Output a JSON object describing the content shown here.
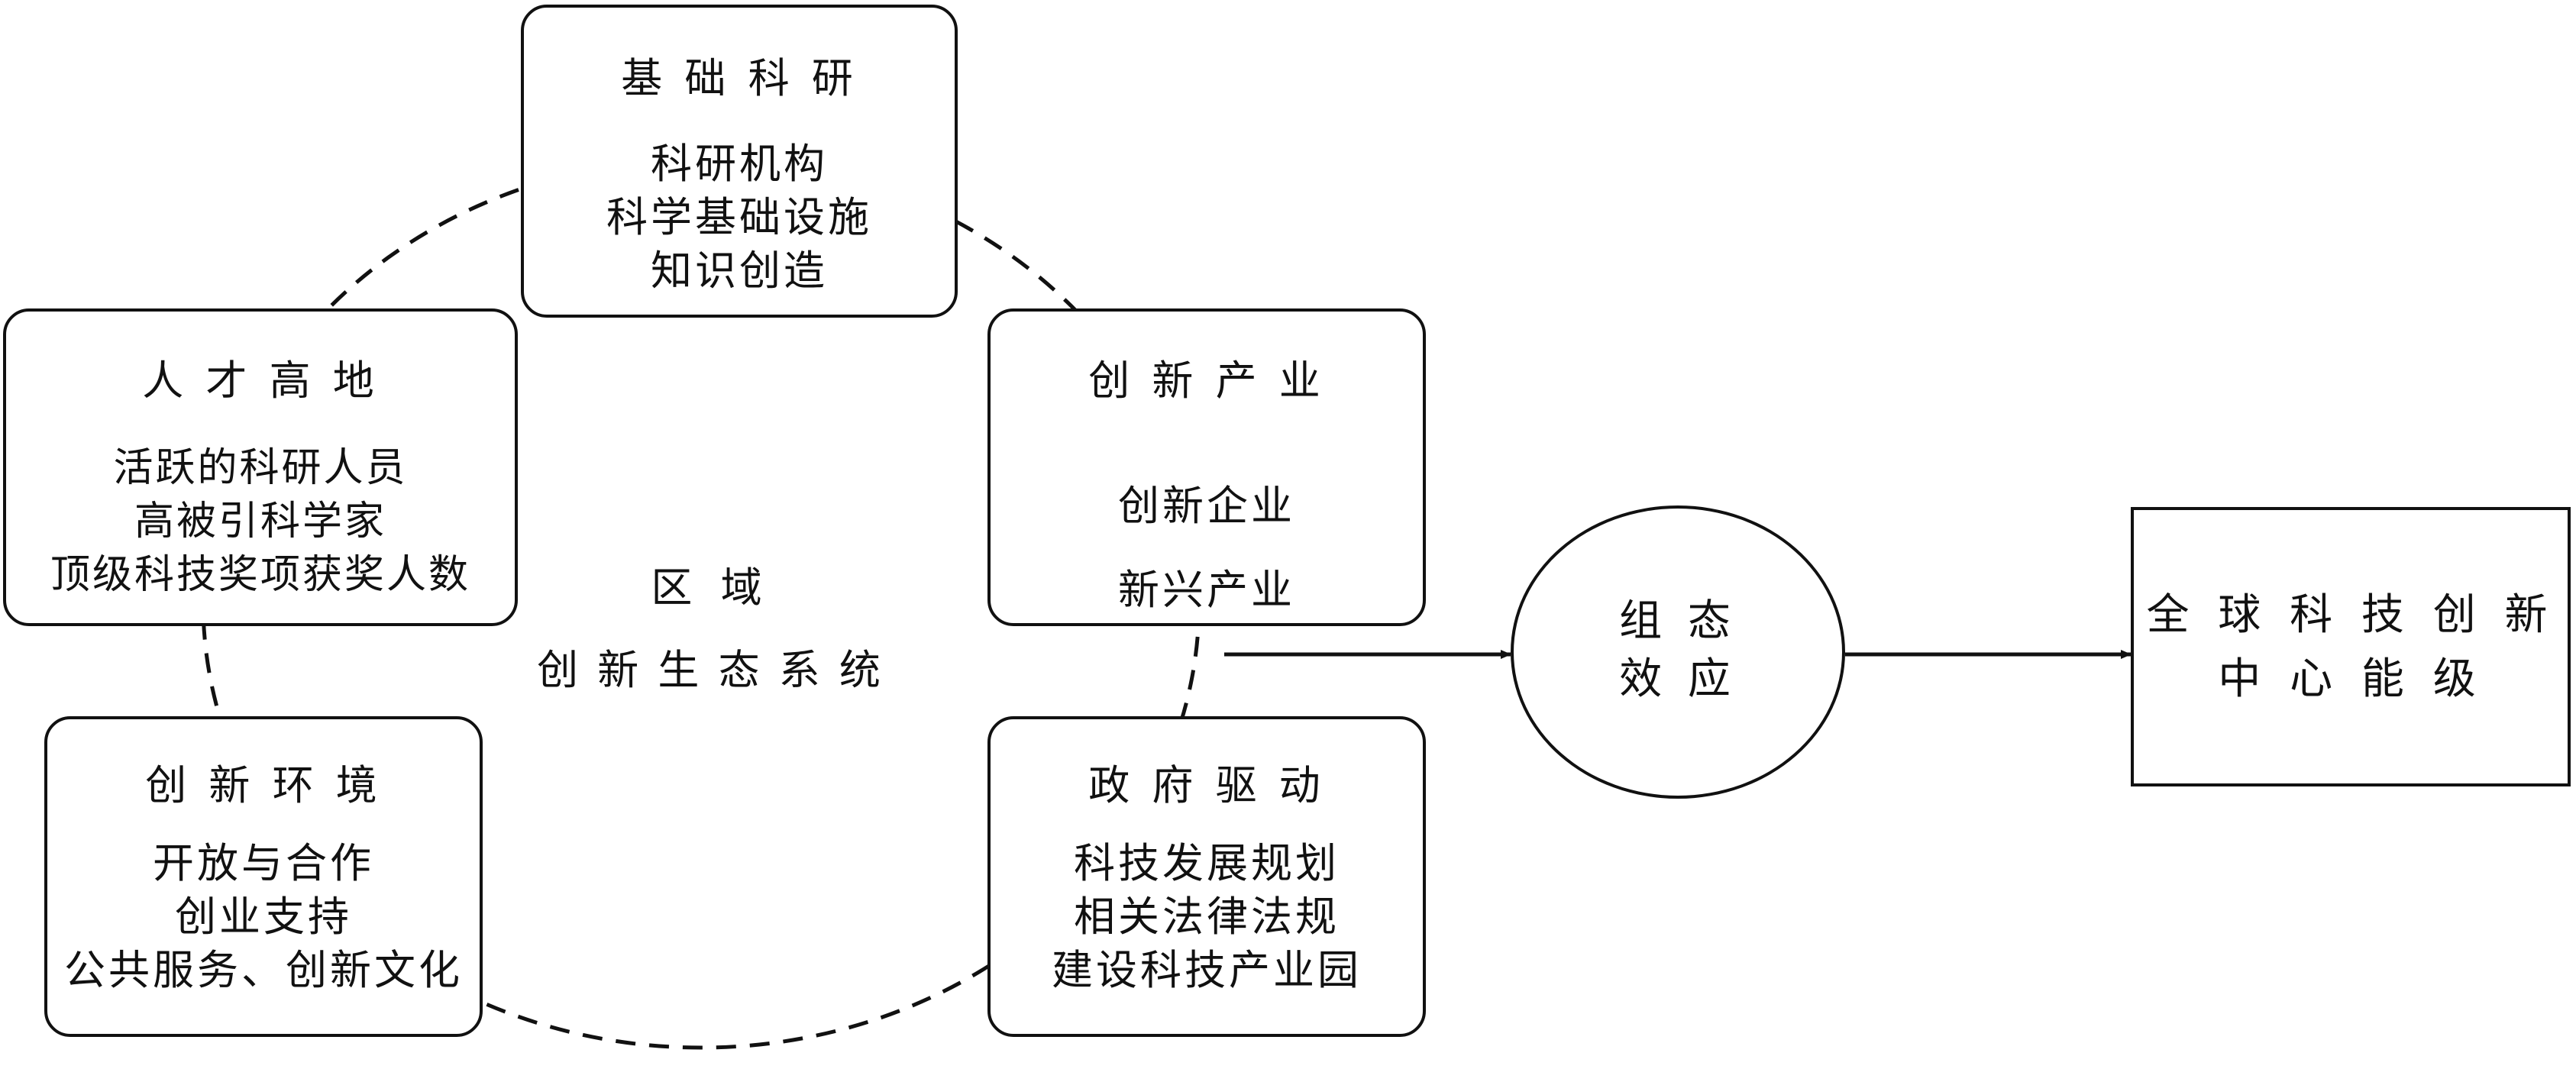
{
  "ecosystem": {
    "label_line1": "区 域",
    "label_line2": "创 新 生 态 系 统"
  },
  "nodes": {
    "basic_research": {
      "title": "基 础 科 研",
      "items": [
        "科研机构",
        "科学基础设施",
        "知识创造"
      ]
    },
    "talent": {
      "title": "人 才 高 地",
      "items": [
        "活跃的科研人员",
        "高被引科学家",
        "顶级科技奖项获奖人数"
      ]
    },
    "innovation_industry": {
      "title": "创 新 产 业",
      "items": [
        "创新企业",
        "新兴产业"
      ]
    },
    "innovation_environment": {
      "title": "创 新 环 境",
      "items": [
        "开放与合作",
        "创业支持",
        "公共服务、创新文化"
      ]
    },
    "government": {
      "title": "政 府 驱 动",
      "items": [
        "科技发展规划",
        "相关法律法规",
        "建设科技产业园"
      ]
    }
  },
  "configuration_effect": {
    "line1": "组 态",
    "line2": "效 应"
  },
  "result": {
    "line1": "全 球 科 技 创 新",
    "line2": "中 心 能 级"
  },
  "colors": {
    "stroke": "#111111",
    "background": "#ffffff"
  }
}
